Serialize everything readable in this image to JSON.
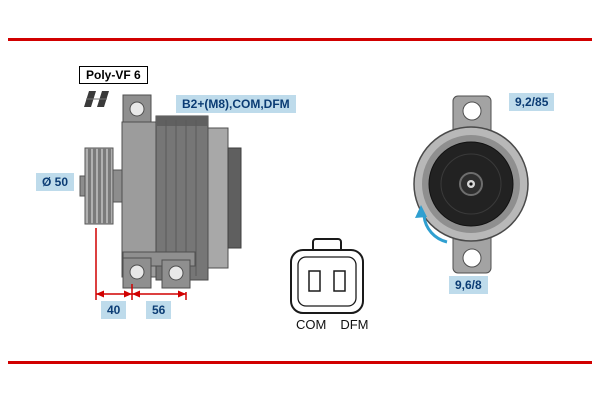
{
  "labels": {
    "belt_type": "Poly-VF 6",
    "terminals": "B2+(M8),COM,DFM",
    "pulley_diameter": "Ø 50",
    "mount_top": "9,2/85",
    "mount_bottom": "9,6/8",
    "dim_a": "40",
    "dim_b": "56"
  },
  "connector": {
    "pin_left": "COM",
    "pin_right": "DFM"
  },
  "colors": {
    "rule_red": "#d10000",
    "label_bg": "#bedbeb",
    "label_text": "#0b3c74",
    "rotation_arrow": "#2f9fd0"
  }
}
